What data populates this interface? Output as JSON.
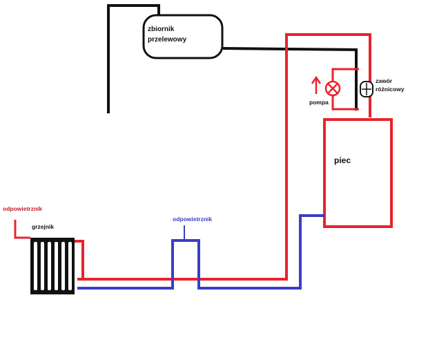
{
  "labels": {
    "tank": [
      "zbiornik",
      "przelewowy"
    ],
    "pump": "pompa",
    "valve": [
      "zawór",
      "różnicowy"
    ],
    "boiler": "piec",
    "radiator": "grzejnik",
    "vent_radiator": "odpowietrznik",
    "vent_pipe": "odpowietrznik"
  },
  "colors": {
    "hot": "#e8232c",
    "cold": "#3a3ec4",
    "overflow": "#111111",
    "text": "#111111",
    "vent_radiator_text": "#c0202a",
    "vent_pipe_text": "#3a3ec4"
  },
  "icons": {
    "pump": "pump-symbol-icon",
    "pump_arrow": "arrow-up-icon",
    "valve": "differential-valve-icon"
  }
}
